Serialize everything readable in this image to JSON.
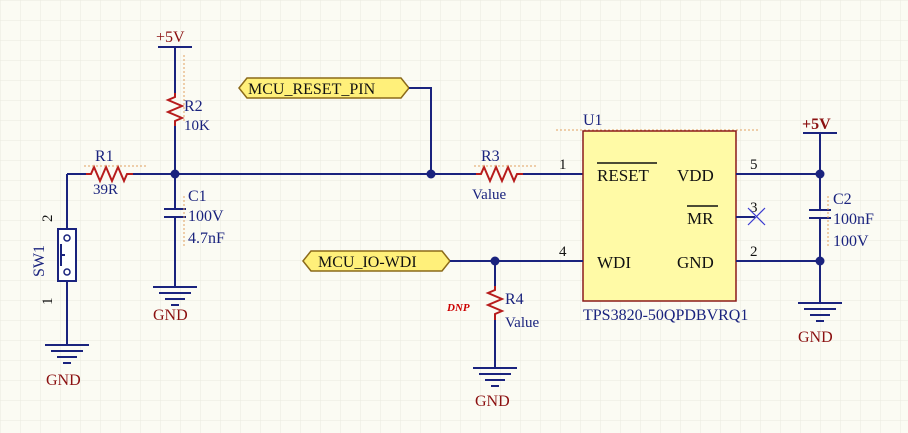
{
  "colors": {
    "background": "#fbfbf3",
    "grid": "#e9e9df",
    "wire": "#1a237e",
    "power_text": "#8b1010",
    "resistor": "#b71c1c",
    "ic_fill": "#fffaa6",
    "ic_border": "#8b1a1a",
    "port_fill": "#fff07a",
    "dnp": "#cc0000"
  },
  "power": {
    "p5v_top": "+5V",
    "p5v_right": "+5V",
    "gnd_sw1": "GND",
    "gnd_c1": "GND",
    "gnd_r4": "GND",
    "gnd_c2": "GND"
  },
  "ports": {
    "reset": "MCU_RESET_PIN",
    "wdi": "MCU_IO-WDI"
  },
  "components": {
    "r1": {
      "ref": "R1",
      "value": "39R"
    },
    "r2": {
      "ref": "R2",
      "value": "10K"
    },
    "r3": {
      "ref": "R3",
      "value": "Value"
    },
    "r4": {
      "ref": "R4",
      "value": "Value",
      "flag": "DNP"
    },
    "c1": {
      "ref": "C1",
      "value1": "100V",
      "value2": "4.7nF"
    },
    "c2": {
      "ref": "C2",
      "value1": "100nF",
      "value2": "100V"
    },
    "sw1": {
      "ref": "SW1",
      "pin1": "1",
      "pin2": "2"
    },
    "u1": {
      "ref": "U1",
      "part": "TPS3820-50QPDBVRQ1",
      "pins": {
        "reset": {
          "num": "1",
          "name": "RESET"
        },
        "wdi": {
          "num": "4",
          "name": "WDI"
        },
        "vdd": {
          "num": "5",
          "name": "VDD"
        },
        "mr": {
          "num": "3",
          "name": "MR"
        },
        "gnd": {
          "num": "2",
          "name": "GND"
        }
      }
    }
  }
}
